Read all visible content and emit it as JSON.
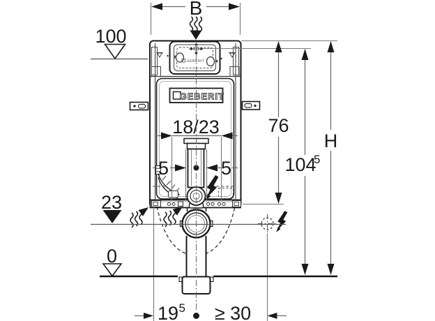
{
  "drawing": {
    "type": "technical-installation-diagram",
    "product_brand": "GEBERIT",
    "dims": {
      "B": "B",
      "h100": "100",
      "h76": "76",
      "h104": {
        "main": "104",
        "sup": "5"
      },
      "H": "H",
      "w1823": "18/23",
      "five_left": "5",
      "five_right": "5",
      "h23": "23",
      "h0": "0",
      "d195": {
        "main": "19",
        "sup": "5"
      },
      "ge30": "≥ 30"
    },
    "labels": {
      "logo": "GEBERIT",
      "panel_logo": "GEBERIT"
    },
    "icons": [
      "flow-arrow-top-icon",
      "flow-arrow-left-icon",
      "flow-arrow-center-icon",
      "lightning-bolt-cistern-icon",
      "lightning-bolt-outlet-icon",
      "electrical-box-icon",
      "datum-triangle-filled-icon",
      "datum-triangle-open-icon",
      "centering-crosshair-icon"
    ],
    "colors": {
      "ink": "#1a1a1a",
      "reference": "#777777",
      "background": "#ffffff"
    }
  }
}
